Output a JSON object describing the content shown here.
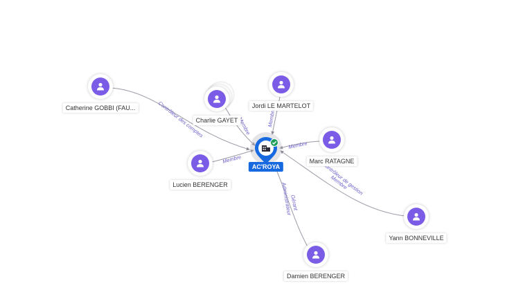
{
  "company": {
    "name": "AC'ROYA"
  },
  "people": [
    {
      "id": "catherine",
      "name": "Catherine GOBBI (FAU..."
    },
    {
      "id": "charlie",
      "name": "Charlie GAYET"
    },
    {
      "id": "jordi",
      "name": "Jordi LE MARTELOT"
    },
    {
      "id": "marc",
      "name": "Marc RATAGNE"
    },
    {
      "id": "lucien",
      "name": "Lucien BERENGER"
    },
    {
      "id": "yann",
      "name": "Yann BONNEVILLE"
    },
    {
      "id": "damien",
      "name": "Damien BERENGER"
    }
  ],
  "relations": [
    {
      "from": "catherine",
      "labels": [
        "Contrôleur des comptes"
      ]
    },
    {
      "from": "charlie",
      "labels": [
        "Membre"
      ]
    },
    {
      "from": "jordi",
      "labels": [
        "Membre"
      ]
    },
    {
      "from": "marc",
      "labels": [
        "Membre"
      ]
    },
    {
      "from": "lucien",
      "labels": [
        "Membre"
      ]
    },
    {
      "from": "yann",
      "labels": [
        "Contrôleur de gestion",
        "Membre"
      ]
    },
    {
      "from": "damien",
      "labels": [
        "Gérant",
        "Administrateur"
      ]
    }
  ],
  "colors": {
    "avatar": "#7b5ce6",
    "company_pin": "#1769e0",
    "verified": "#1e9e5a",
    "edge_label": "#6a5fc9"
  },
  "icons": {
    "person": "person-icon",
    "company": "building-icon",
    "verified": "check-circle-icon"
  }
}
